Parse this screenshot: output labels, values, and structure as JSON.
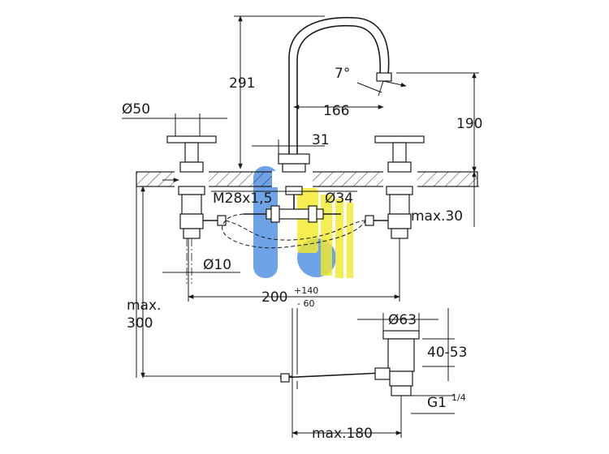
{
  "dimensions": {
    "spout_height": "291",
    "aerator_angle": "7°",
    "spout_reach": "166",
    "spout_outlet_height": "190",
    "handle_diameter": "Ø50",
    "base_offset": "31",
    "thread": "M28x1,5",
    "hole_diameter": "Ø34",
    "deck_thickness_max": "max.30",
    "supply_diameter": "Ø10",
    "centers": "200",
    "centers_tol_plus": "+140",
    "centers_tol_minus": "- 60",
    "hose_length_label": "max.",
    "hose_length_value": "300",
    "drain_diameter": "Ø63",
    "drain_range": "40-53",
    "drain_thread": "G1",
    "drain_thread_frac": "1/4",
    "rod_reach": "max.180"
  },
  "colors": {
    "line": "#1a1a1a",
    "watermark_blue": "#1e6fd9",
    "watermark_yellow": "#f2e600"
  }
}
